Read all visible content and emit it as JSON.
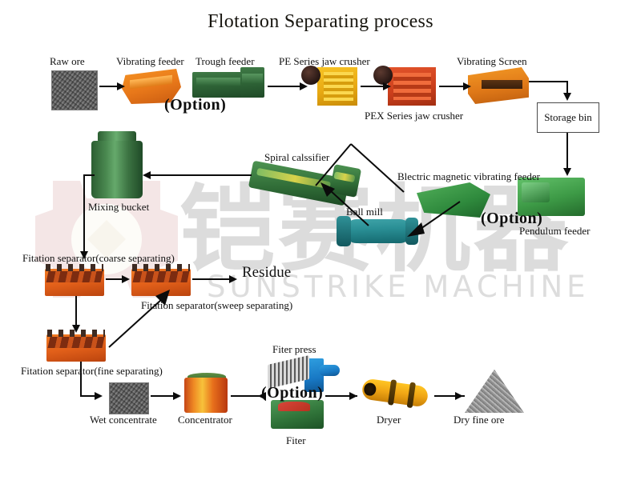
{
  "title": "Flotation Separating process",
  "watermark": {
    "brand_text": "SUNSTRIKE MACHINE",
    "cn_text": "铠赛机器",
    "logo_color": "#e3c3c3",
    "text_color": "#dddddd"
  },
  "nodes": {
    "raw_ore": "Raw ore",
    "vibrating_feeder": "Vibrating feeder",
    "trough_feeder": "Trough feeder",
    "pe_crusher": "PE Series jaw crusher",
    "pex_crusher": "PEX Series jaw crusher",
    "vibrating_screen": "Vibrating Screen",
    "storage_bin": "Storage bin",
    "pendulum_feeder": "Pendulum feeder",
    "em_feeder": "Blectric magnetic vibrating feeder",
    "ball_mill": "Ball mill",
    "spiral_classifier": "Spiral calssifier",
    "mixing_bucket": "Mixing bucket",
    "flot_coarse": "Fitation separator(coarse separating)",
    "flot_sweep": "Fitation separator(sweep separating)",
    "flot_fine": "Fitation separator(fine separating)",
    "residue": "Residue",
    "wet_concentrate": "Wet concentrate",
    "concentrator": "Concentrator",
    "filter_press": "Fiter press",
    "filter": "Fiter",
    "dryer": "Dryer",
    "dry_fine_ore": "Dry fine ore"
  },
  "options": {
    "opt_feeder": "(Option)",
    "opt_pendulum": "(Option)",
    "opt_filter": "(Option)"
  },
  "colors": {
    "vibrating_feeder": "#e8781a",
    "trough_feeder": "#2d6135",
    "pe_crusher": "#e8a913",
    "pex_crusher": "#cc3f1c",
    "vibrating_screen": "#e07918",
    "mixing_bucket": "#49874f",
    "spiral_classifier": "#2f6b36",
    "ball_mill": "#2a8f95",
    "em_feeder": "#2f8a3d",
    "pendulum_feeder": "#3d9a46",
    "flotation": "#e2601a",
    "concentrator": "#ef8a24",
    "filter_press": "#1878c4",
    "filter": "#2f7238",
    "dryer": "#f0a615",
    "ore": "#8d8d8d",
    "arrow": "#0b0b0b"
  }
}
